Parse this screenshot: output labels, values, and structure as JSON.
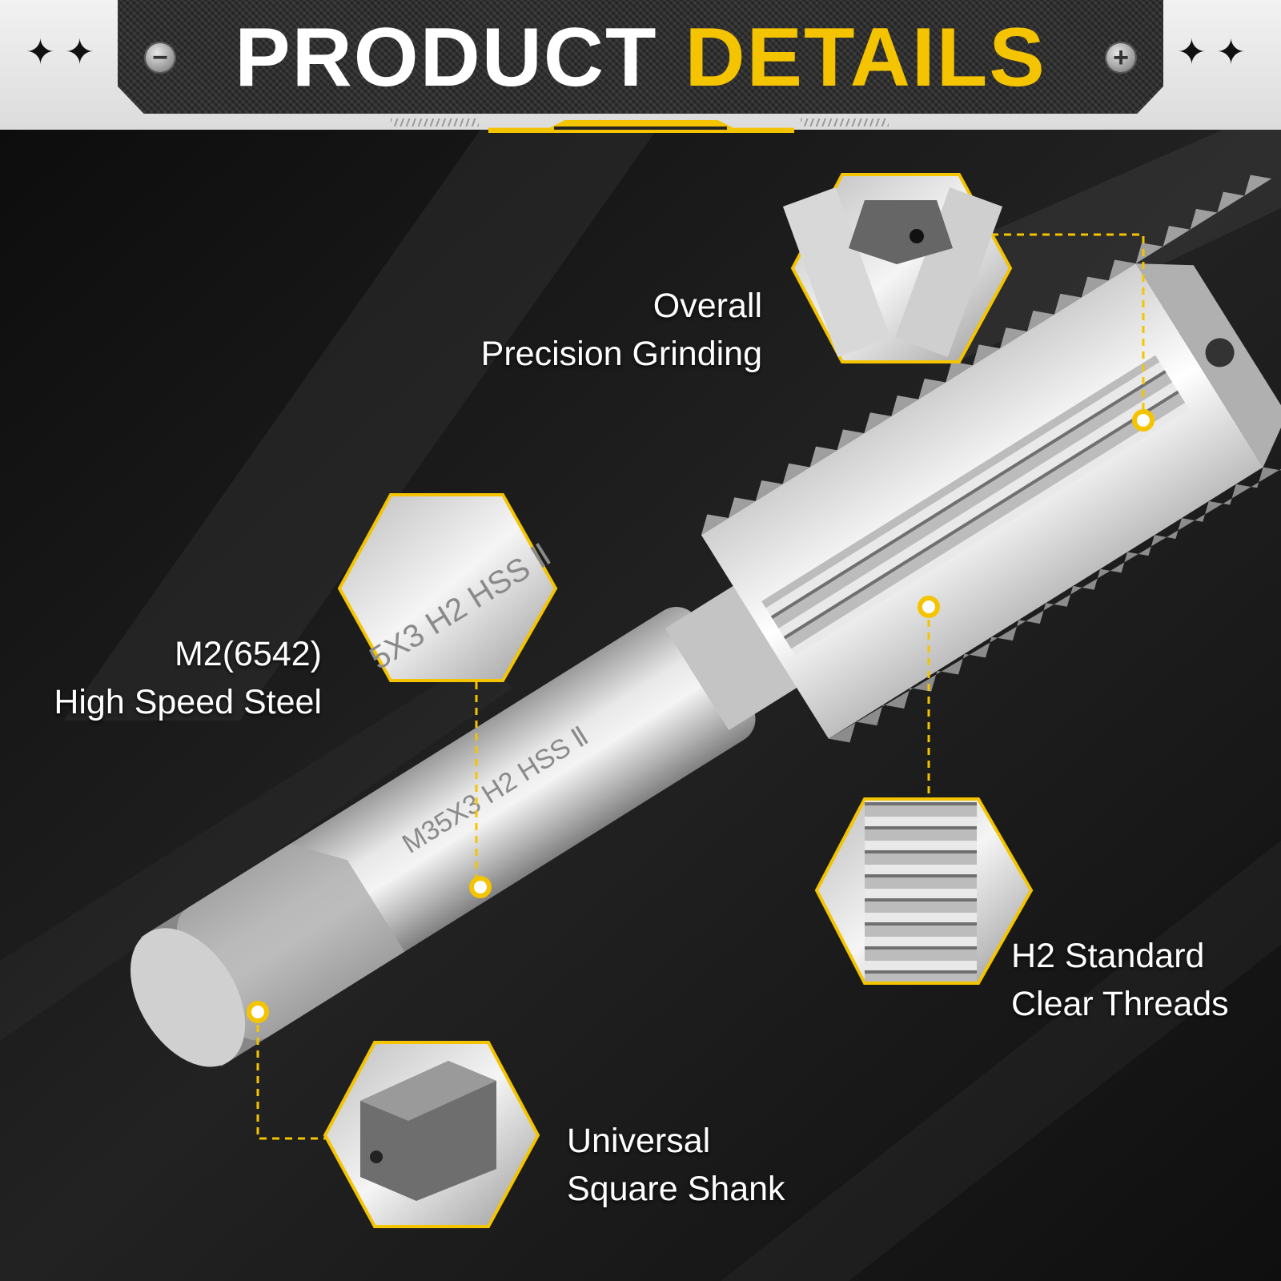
{
  "header": {
    "title_part1": "PRODUCT",
    "title_part2": "DETAILS",
    "minus_symbol": "−",
    "plus_symbol": "+",
    "sparkles": "✦ ✦"
  },
  "colors": {
    "accent": "#f5c400",
    "background": "#1a1a1a",
    "header_plate": "#2b2b2b",
    "label_text": "#ffffff"
  },
  "features": [
    {
      "id": "grinding",
      "line1": "Overall",
      "line2": "Precision Grinding"
    },
    {
      "id": "steel",
      "line1": "M2(6542)",
      "line2": "High Speed Steel"
    },
    {
      "id": "threads",
      "line1": "H2 Standard",
      "line2": "Clear Threads"
    },
    {
      "id": "shank",
      "line1": "Universal",
      "line2": "Square Shank"
    }
  ],
  "product": {
    "marking": "M35X3 H2 HSS Ⅱ",
    "marking_zoom": "5X3 H2 HSS Ⅱ"
  }
}
